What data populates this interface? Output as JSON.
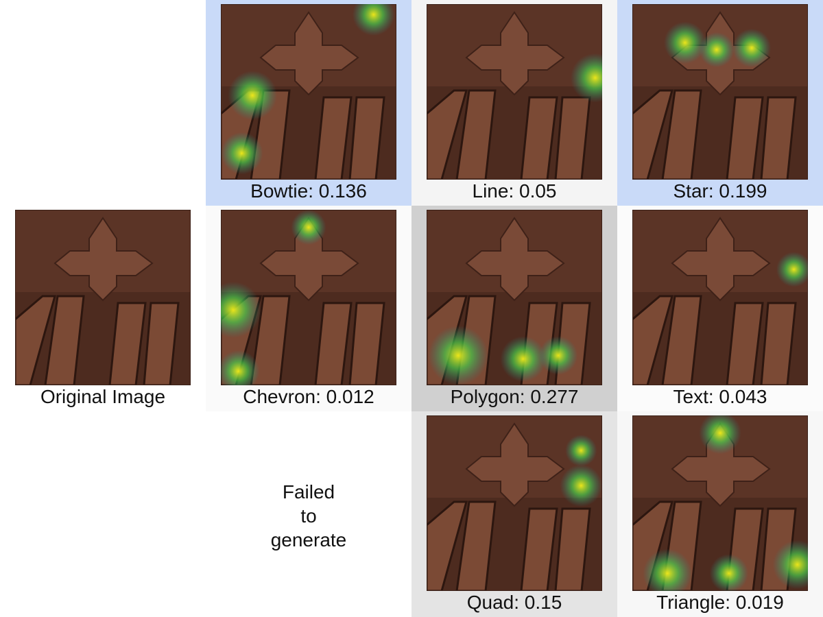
{
  "original": {
    "label": "Original Image"
  },
  "panels": [
    {
      "id": "bowtie",
      "label": "Bowtie: 0.136",
      "bg": "#c9daf8",
      "hot": [
        [
          0.87,
          0.06,
          0.12
        ],
        [
          0.18,
          0.52,
          0.14
        ],
        [
          0.12,
          0.85,
          0.12
        ]
      ]
    },
    {
      "id": "line",
      "label": "Line: 0.05",
      "bg": "#f4f4f4",
      "hot": [
        [
          0.96,
          0.42,
          0.14
        ]
      ]
    },
    {
      "id": "star",
      "label": "Star: 0.199",
      "bg": "#c9daf8",
      "hot": [
        [
          0.68,
          0.25,
          0.11
        ],
        [
          0.3,
          0.22,
          0.12
        ],
        [
          0.48,
          0.26,
          0.1
        ]
      ]
    },
    {
      "id": "chevron",
      "label": "Chevron: 0.012",
      "bg": "#fafafa",
      "hot": [
        [
          0.07,
          0.57,
          0.16
        ],
        [
          0.1,
          0.92,
          0.12
        ],
        [
          0.5,
          0.1,
          0.1
        ]
      ]
    },
    {
      "id": "polygon",
      "label": "Polygon: 0.277",
      "bg": "#d0d0d0",
      "hot": [
        [
          0.18,
          0.83,
          0.17
        ],
        [
          0.55,
          0.85,
          0.13
        ],
        [
          0.75,
          0.83,
          0.11
        ]
      ]
    },
    {
      "id": "text",
      "label": "Text: 0.043",
      "bg": "#fbfbfb",
      "hot": [
        [
          0.92,
          0.34,
          0.1
        ]
      ]
    },
    {
      "id": "quad",
      "label": "Quad: 0.15",
      "bg": "#e4e4e4",
      "hot": [
        [
          0.88,
          0.4,
          0.12
        ],
        [
          0.88,
          0.2,
          0.09
        ]
      ]
    },
    {
      "id": "triangle",
      "label": "Triangle: 0.019",
      "bg": "#f7f7f7",
      "hot": [
        [
          0.94,
          0.85,
          0.14
        ],
        [
          0.2,
          0.9,
          0.14
        ],
        [
          0.55,
          0.9,
          0.11
        ],
        [
          0.5,
          0.1,
          0.12
        ]
      ]
    }
  ],
  "failed": {
    "lines": [
      "Failed",
      "to",
      "generate"
    ]
  }
}
